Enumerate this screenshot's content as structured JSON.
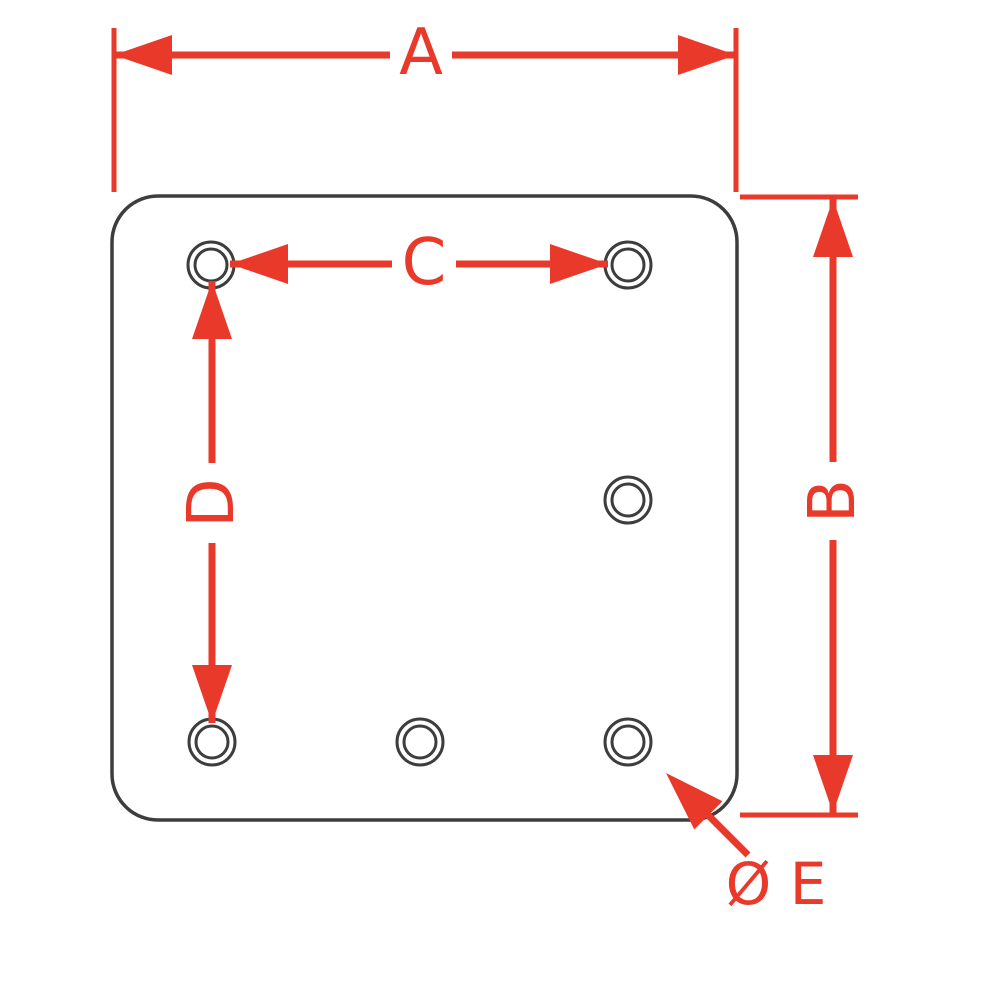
{
  "diagram": {
    "type": "technical-dimension-drawing",
    "subject": "square mounting plate with rounded corners and six holes",
    "labels": {
      "width": "A",
      "height": "B",
      "hole_spacing_horizontal": "C",
      "hole_spacing_vertical": "D",
      "hole_diameter": "Ø E"
    },
    "colors": {
      "dimension": "#e8392a",
      "outline": "#3d3d3d",
      "background": "#ffffff"
    }
  }
}
